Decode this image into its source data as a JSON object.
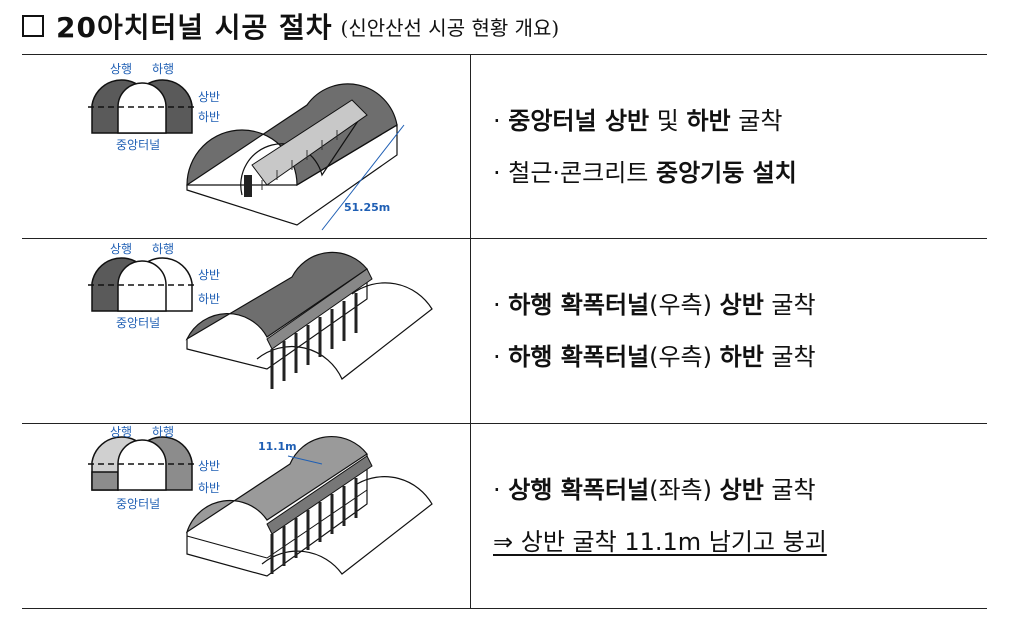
{
  "header": {
    "title": "20아치터널 시공 절차",
    "subtitle": "(신안산선 시공 현황 개요)"
  },
  "diagram_labels": {
    "up_line": "상행",
    "down_line": "하행",
    "upper_half": "상반",
    "lower_half": "하반",
    "center_tunnel": "중앙터널"
  },
  "rows": [
    {
      "dimension": "51.25m",
      "lines": [
        [
          {
            "t": "· ",
            "b": false
          },
          {
            "t": "중앙터널 상반",
            "b": true
          },
          {
            "t": " 및 ",
            "b": false
          },
          {
            "t": "하반",
            "b": true
          },
          {
            "t": " 굴착",
            "b": false
          }
        ],
        [
          {
            "t": "· 철근·콘크리트 ",
            "b": false
          },
          {
            "t": "중앙기둥 설치",
            "b": true
          }
        ]
      ]
    },
    {
      "dimension": "",
      "lines": [
        [
          {
            "t": "· ",
            "b": false
          },
          {
            "t": "하행 확폭터널",
            "b": true
          },
          {
            "t": "(우측) ",
            "b": false
          },
          {
            "t": "상반",
            "b": true
          },
          {
            "t": " 굴착",
            "b": false
          }
        ],
        [
          {
            "t": "· ",
            "b": false
          },
          {
            "t": "하행 확폭터널",
            "b": true
          },
          {
            "t": "(우측) ",
            "b": false
          },
          {
            "t": "하반",
            "b": true
          },
          {
            "t": " 굴착",
            "b": false
          }
        ]
      ]
    },
    {
      "dimension": "11.1m",
      "lines": [
        [
          {
            "t": "· ",
            "b": false
          },
          {
            "t": "상행 확폭터널",
            "b": true
          },
          {
            "t": "(좌측) ",
            "b": false
          },
          {
            "t": "상반",
            "b": true
          },
          {
            "t": " 굴착",
            "b": false
          }
        ],
        [
          {
            "t": " ⇒ 상반 굴착 11.1m 남기고 붕괴",
            "b": false,
            "u": true
          }
        ]
      ]
    }
  ],
  "colors": {
    "label_blue": "#1f5fb4",
    "dark_fill": "#5a5a5a",
    "mid_fill": "#8c8c8c",
    "light_fill": "#d9d9d9"
  }
}
